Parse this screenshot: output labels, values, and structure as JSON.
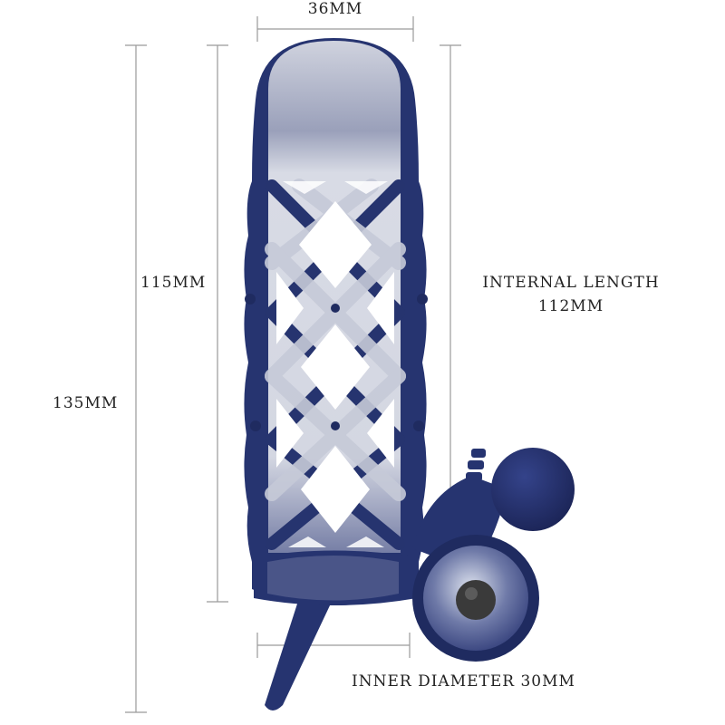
{
  "dimensions": {
    "width_top": "36MM",
    "length_cage": "115MM",
    "length_total": "135MM",
    "internal_length_label": "INTERNAL LENGTH",
    "internal_length_value": "112MM",
    "inner_diameter": "INNER DIAMETER 30MM"
  },
  "colors": {
    "body": "#263470",
    "body_dark": "#1c2658",
    "sleeve": "#c9ccd8",
    "line": "#9a9a9a"
  }
}
